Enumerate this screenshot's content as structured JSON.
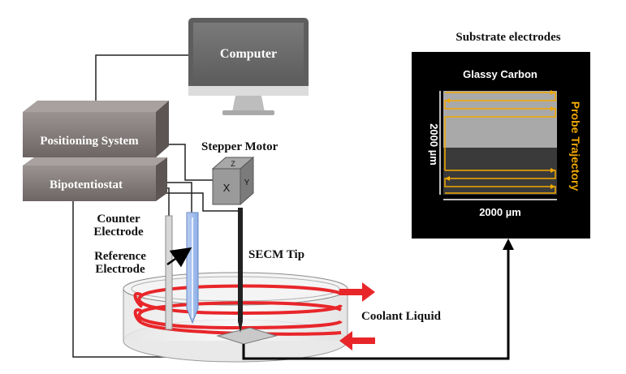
{
  "labels": {
    "computer": "Computer",
    "positioning_system": "Positioning System",
    "bipotentiostat": "Bipotentiostat",
    "stepper_motor": "Stepper Motor",
    "counter_electrode_line1": "Counter",
    "counter_electrode_line2": "Electrode",
    "reference_electrode_line1": "Reference",
    "reference_electrode_line2": "Electrode",
    "secm_tip": "SECM Tip",
    "coolant_liquid": "Coolant Liquid",
    "substrate_title": "Substrate electrodes",
    "glassy_carbon": "Glassy Carbon",
    "probe_trajectory": "Probe Trajectory",
    "dim_vertical": "2000 µm",
    "dim_horizontal": "2000 µm",
    "axis_x": "X",
    "axis_y": "Y",
    "axis_z": "Z"
  },
  "colors": {
    "coil": "#e8262a",
    "trajectory": "#f2a900",
    "device_box": "#7d7775",
    "monitor_frame": "#6f6f6f",
    "panel_bg": "#000000"
  }
}
